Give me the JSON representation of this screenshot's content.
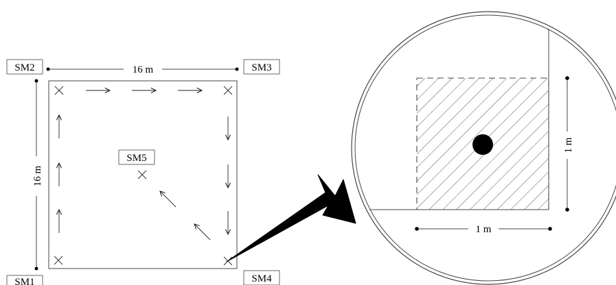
{
  "labels": {
    "sm1": "SM1",
    "sm2": "SM2",
    "sm3": "SM3",
    "sm4": "SM4",
    "sm5": "SM5"
  },
  "dimensions": {
    "plot_width": "16 m",
    "plot_height": "16 m",
    "inset_width": "1 m",
    "inset_height": "1 m"
  }
}
